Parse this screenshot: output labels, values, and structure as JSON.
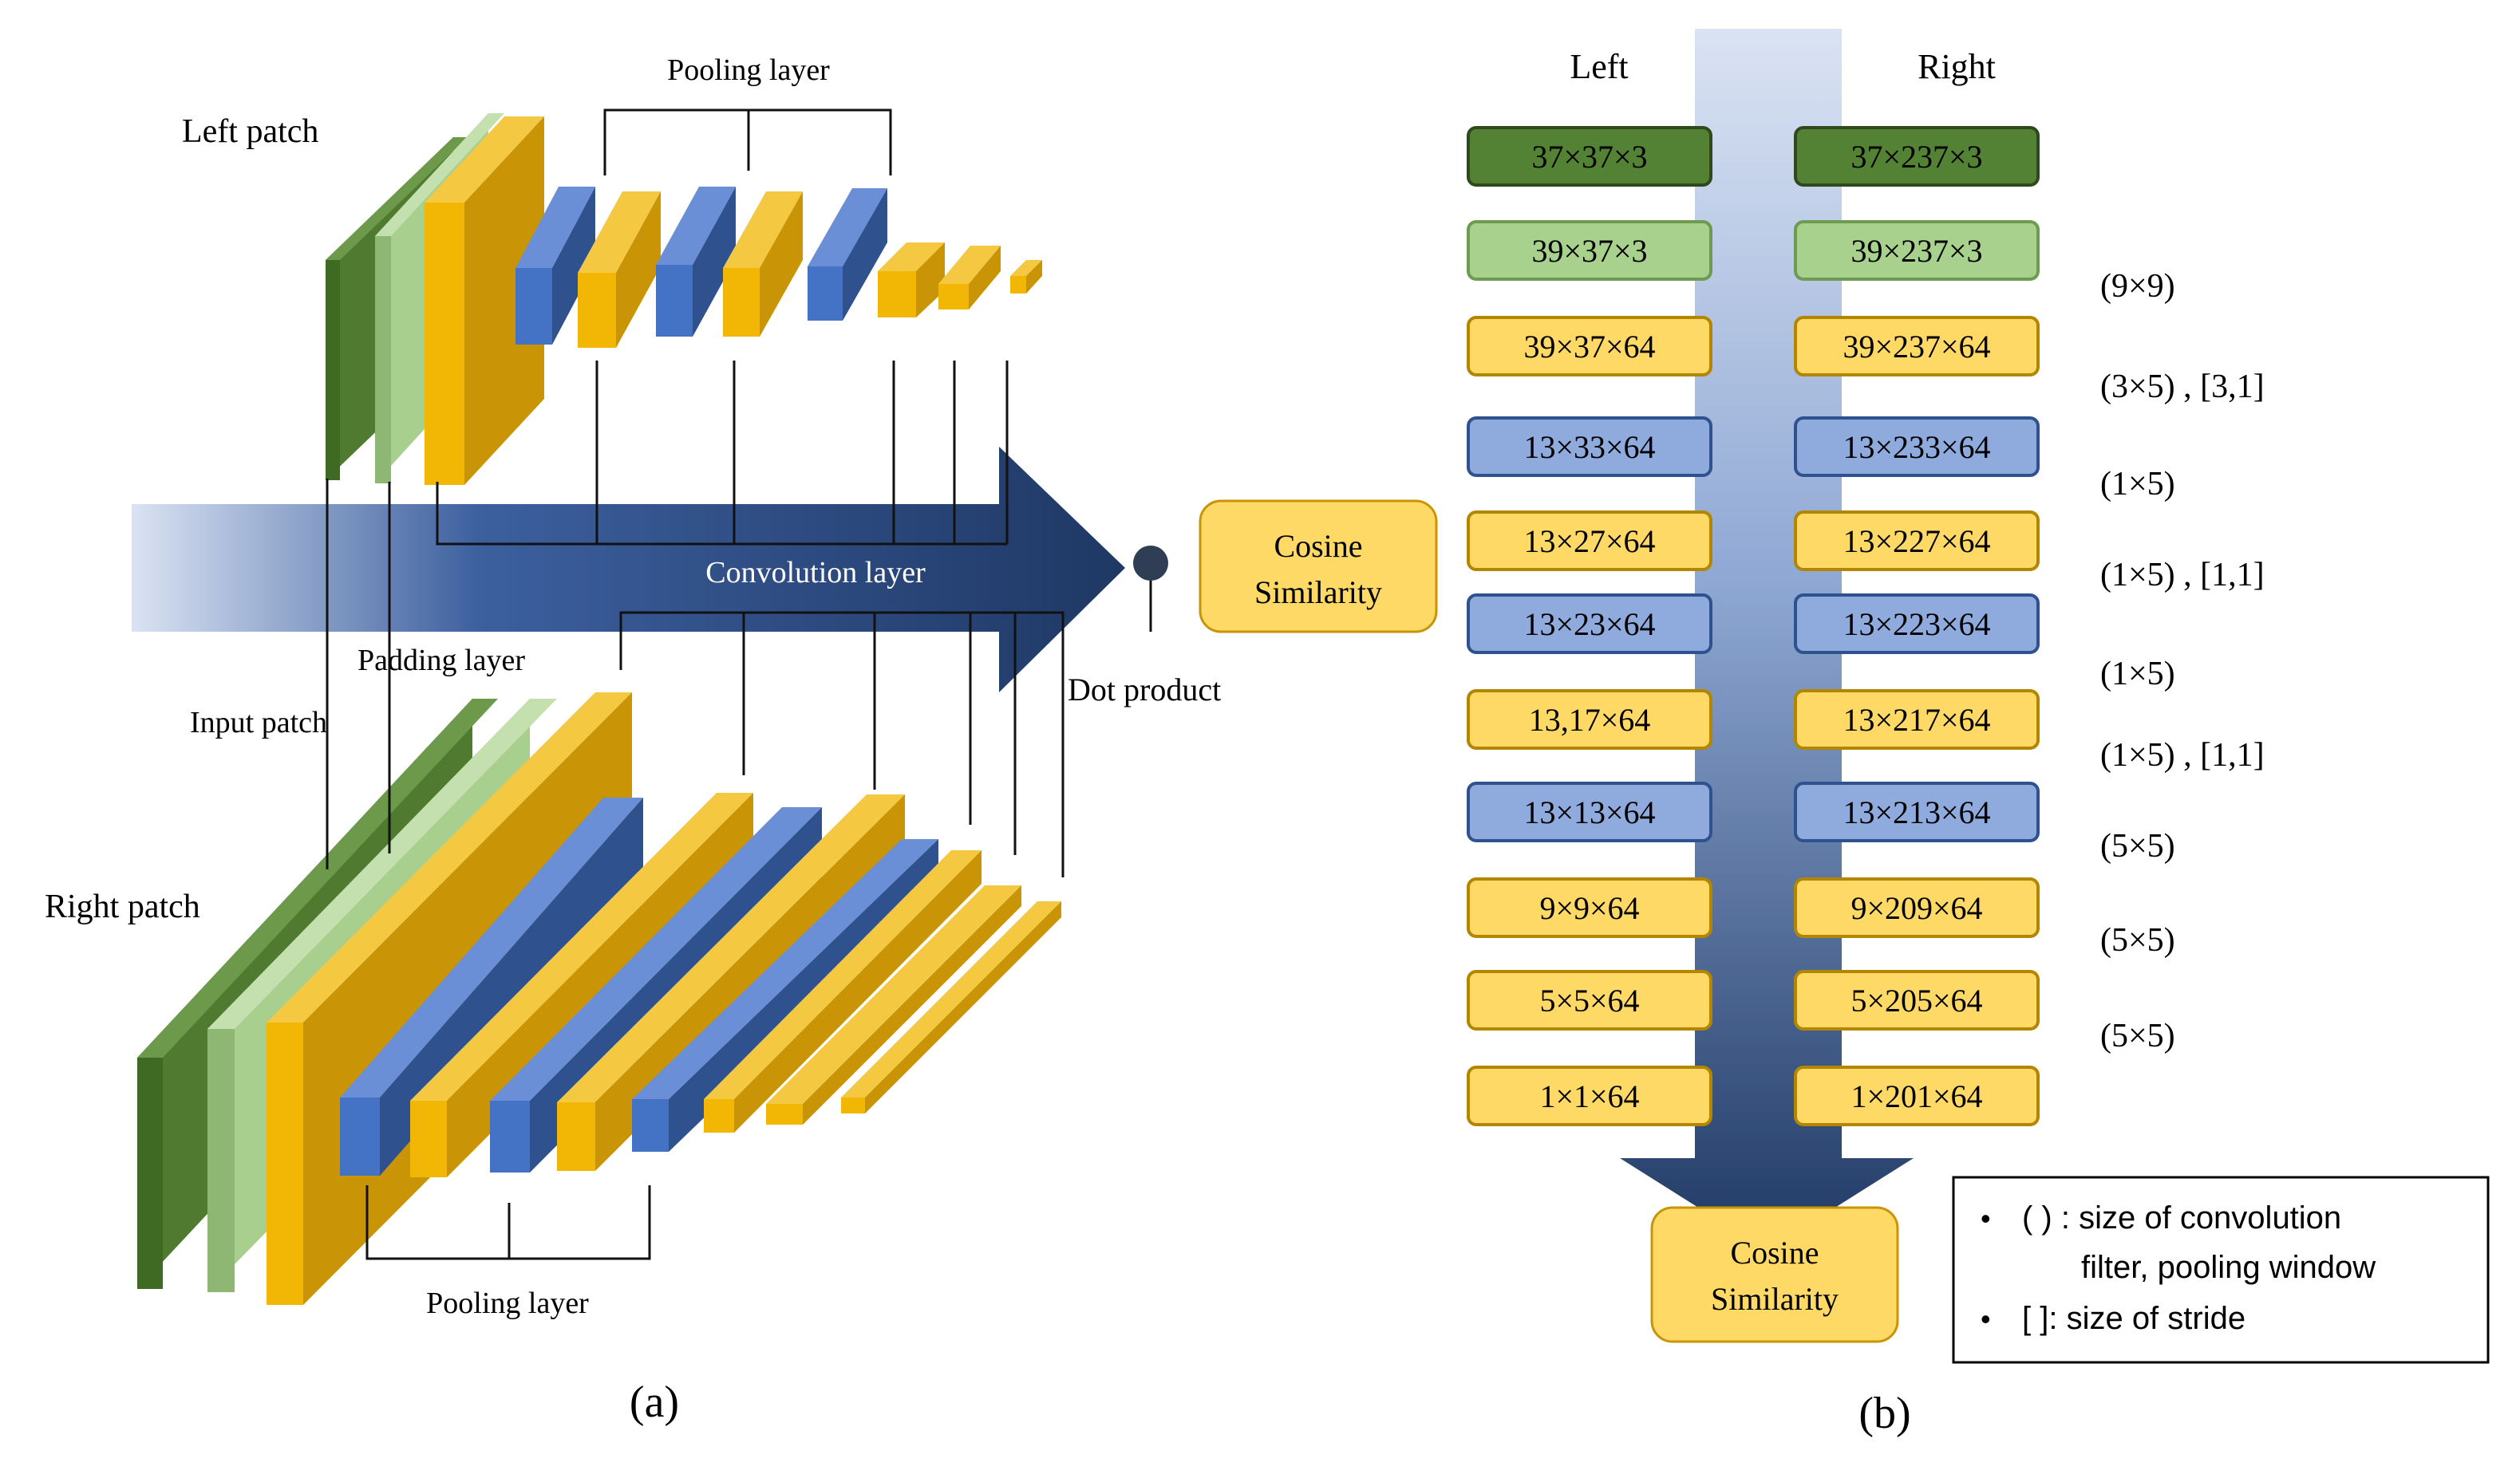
{
  "colors": {
    "dark_green": "#4f7a30",
    "light_green": "#a9cf8e",
    "gold": "#f2b705",
    "gold_dark": "#c99405",
    "blue": "#4472c4",
    "blue_dark": "#2f528f",
    "pale_yellow": "#ffd966",
    "arrow_navy": "#1f3864",
    "arrow_light": "#dae3f3"
  },
  "panel_a": {
    "left_patch_label": "Left patch",
    "right_patch_label": "Right patch",
    "pooling_top_label": "Pooling layer",
    "pooling_bottom_label": "Pooling layer",
    "convolution_label": "Convolution layer",
    "padding_label": "Padding layer",
    "input_label": "Input patch",
    "dot_product_label": "Dot product",
    "cosine_line1": "Cosine",
    "cosine_line2": "Similarity",
    "caption": "(a)"
  },
  "panel_b": {
    "left_header": "Left",
    "right_header": "Right",
    "rows": [
      {
        "left": "37×37×3",
        "right": "37×237×3",
        "kind": "input"
      },
      {
        "left": "39×37×3",
        "right": "39×237×3",
        "kind": "padding"
      },
      {
        "left": "39×37×64",
        "right": "39×237×64",
        "kind": "conv"
      },
      {
        "left": "13×33×64",
        "right": "13×233×64",
        "kind": "pool"
      },
      {
        "left": "13×27×64",
        "right": "13×227×64",
        "kind": "conv"
      },
      {
        "left": "13×23×64",
        "right": "13×223×64",
        "kind": "pool"
      },
      {
        "left": "13,17×64",
        "right": "13×217×64",
        "kind": "conv"
      },
      {
        "left": "13×13×64",
        "right": "13×213×64",
        "kind": "pool"
      },
      {
        "left": "9×9×64",
        "right": "9×209×64",
        "kind": "conv"
      },
      {
        "left": "5×5×64",
        "right": "5×205×64",
        "kind": "conv"
      },
      {
        "left": "1×1×64",
        "right": "1×201×64",
        "kind": "conv"
      }
    ],
    "annotations": [
      "(9×9)",
      "(3×5) , [3,1]",
      "(1×5)",
      "(1×5) , [1,1]",
      "(1×5)",
      "(1×5) , [1,1]",
      "(5×5)",
      "(5×5)",
      "(5×5)"
    ],
    "cosine_line1": "Cosine",
    "cosine_line2": "Similarity",
    "legend": {
      "bullet": "•",
      "item1_line1": "( ) : size of convolution",
      "item1_line2": "filter, pooling window",
      "item2": "[ ]: size of stride"
    },
    "caption": "(b)"
  }
}
